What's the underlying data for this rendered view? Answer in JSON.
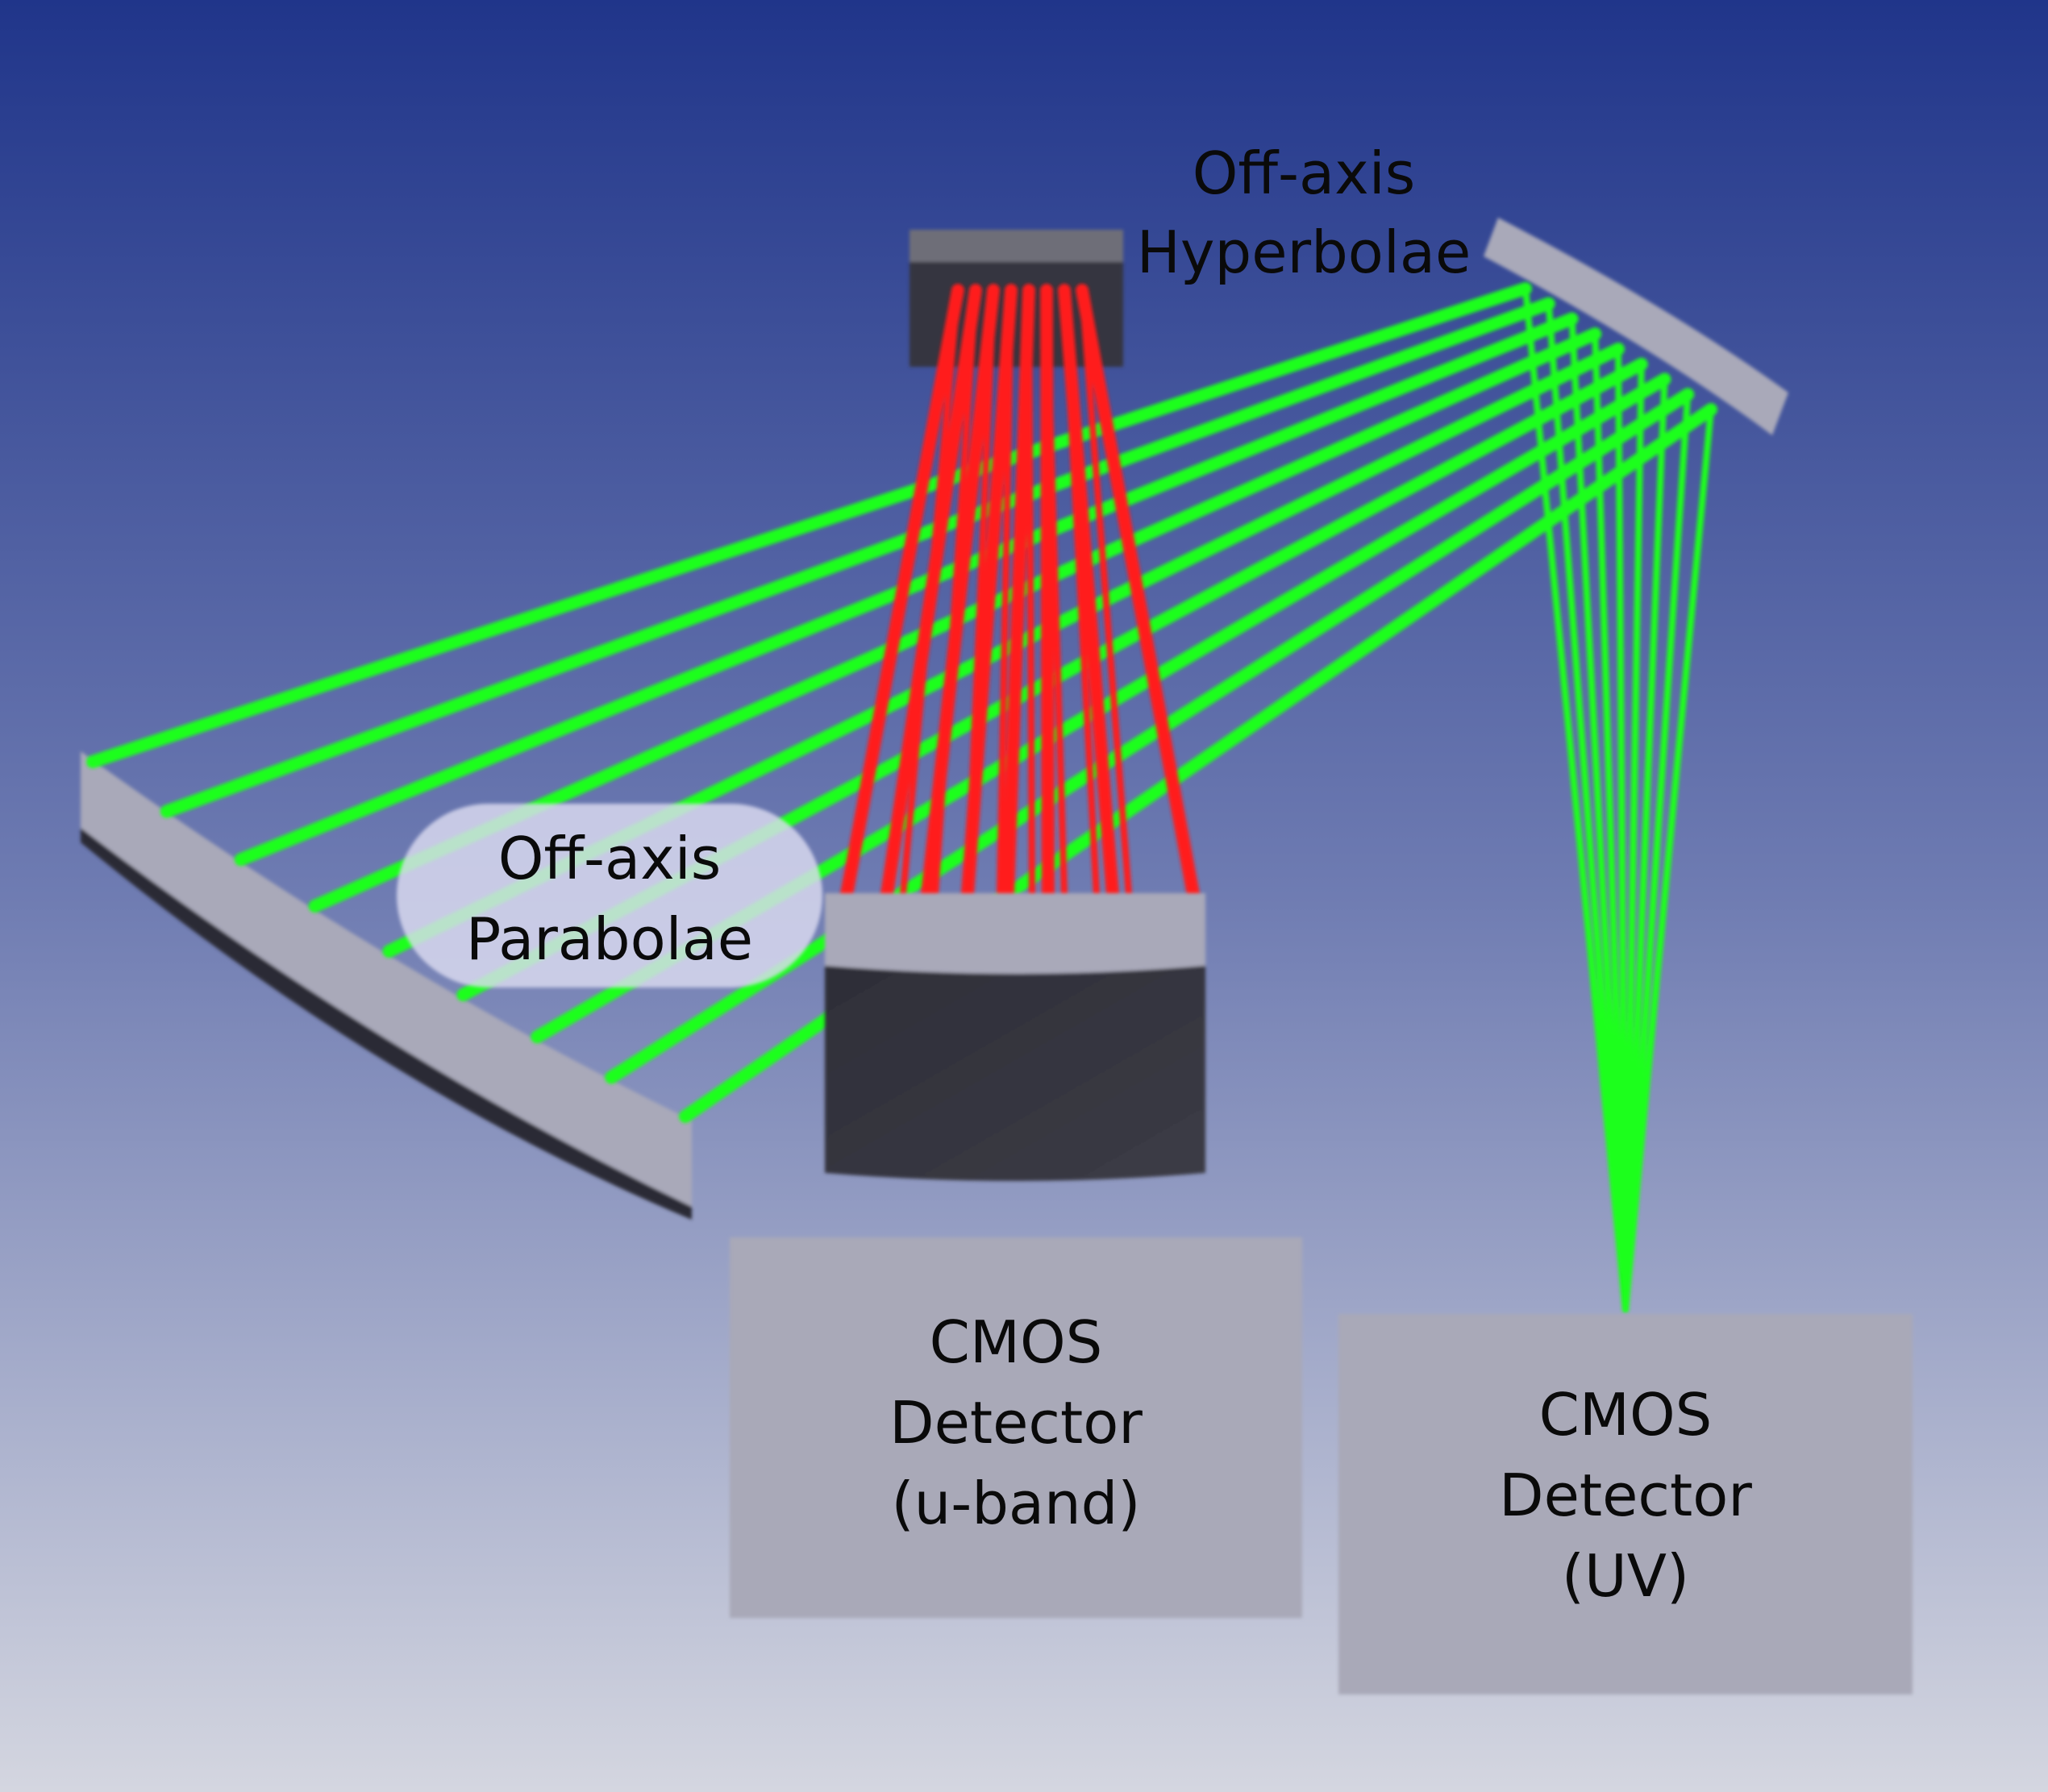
{
  "labels": {
    "hyperbolae_line1": "Off-axis",
    "hyperbolae_line2": "Hyperbolae",
    "parabolae_line1": "Off-axis",
    "parabolae_line2": "Parabolae",
    "detector_u_line1": "CMOS",
    "detector_u_line2": "Detector",
    "detector_u_line3": "(u-band)",
    "detector_uv_line1": "CMOS",
    "detector_uv_line2": "Detector",
    "detector_uv_line3": "(UV)"
  },
  "colors": {
    "background_top": "#20358a",
    "background_mid": "#6f7cb2",
    "background_bottom": "#d4d6e0",
    "ray_red": "#ff1a1a",
    "ray_green": "#1aff1a",
    "mirror_face": "#a9a9b9",
    "mirror_edge": "#2c2c36",
    "lens_body": "#35353f",
    "detector_box": "#a9a9b8",
    "label_bubble": "#dcdcf0"
  }
}
